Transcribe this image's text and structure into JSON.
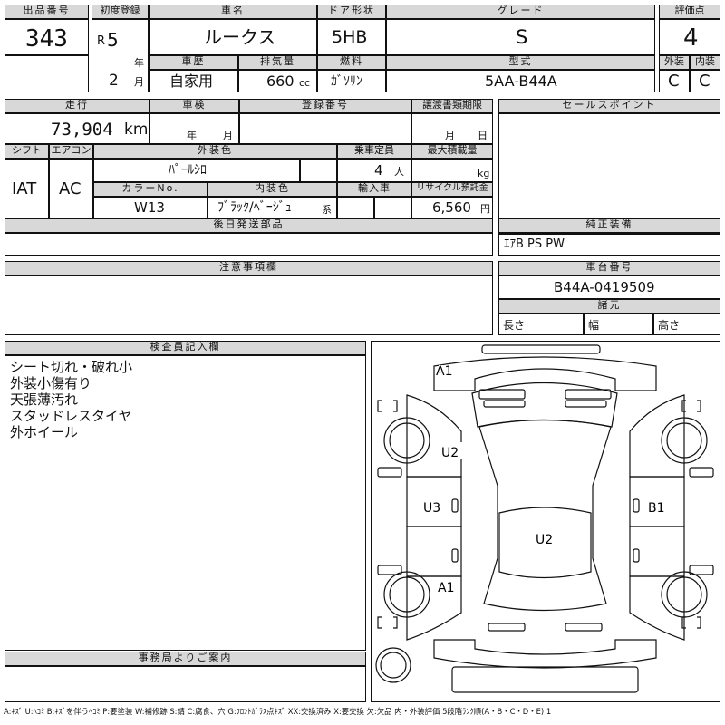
{
  "lot": {
    "label": "出品番号",
    "value": "343"
  },
  "reg": {
    "label": "初度登録",
    "era": "R",
    "year": "5",
    "year_unit": "年",
    "month": "2",
    "month_unit": "月"
  },
  "car_name": {
    "label": "車名",
    "value": "ルークス"
  },
  "door": {
    "label": "ドア形状",
    "value": "5HB"
  },
  "grade": {
    "label": "グレード",
    "value": "S"
  },
  "score": {
    "label": "評価点",
    "value": "4"
  },
  "history": {
    "label": "車歴",
    "value": "自家用"
  },
  "displacement": {
    "label": "排気量",
    "value": "660",
    "unit": "cc"
  },
  "fuel": {
    "label": "燃料",
    "value": "ｶﾞｿﾘﾝ"
  },
  "model": {
    "label": "型式",
    "value": "5AA-B44A"
  },
  "exterior_grade": {
    "label": "外装",
    "value": "C"
  },
  "interior_grade": {
    "label": "内装",
    "value": "C"
  },
  "mileage": {
    "label": "走行",
    "value": "73,904",
    "unit": "km"
  },
  "inspection": {
    "label": "車検",
    "year_unit": "年",
    "month_unit": "月"
  },
  "plate": {
    "label": "登録番号"
  },
  "transfer_doc": {
    "label": "譲渡書類期限",
    "month_unit": "月",
    "day_unit": "日"
  },
  "sales_point": {
    "label": "セールスポイント"
  },
  "shift": {
    "label": "シフト",
    "value": "IAT"
  },
  "aircon": {
    "label": "エアコン",
    "value": "AC"
  },
  "ext_color": {
    "label": "外装色",
    "value": "ﾊﾟｰﾙｼﾛ"
  },
  "capacity": {
    "label": "乗車定員",
    "value": "4",
    "unit": "人"
  },
  "max_load": {
    "label": "最大積載量",
    "unit": "kg"
  },
  "color_no": {
    "label": "カラーNo.",
    "value": "W13"
  },
  "int_color": {
    "label": "内装色",
    "value": "ﾌﾞﾗｯｸ/ﾍﾞｰｼﾞｭ",
    "suffix": "系"
  },
  "import_car": {
    "label": "輸入車"
  },
  "recycle": {
    "label": "リサイクル預託金",
    "value": "6,560",
    "unit": "円"
  },
  "later_parts": {
    "label": "後日発送部品"
  },
  "equipment": {
    "label": "純正装備",
    "value": "ｴｱB PS PW"
  },
  "notes_header": {
    "label": "注意事項欄"
  },
  "chassis": {
    "label": "車台番号",
    "value": "B44A-0419509"
  },
  "dims": {
    "label": "諸元",
    "length": "長さ",
    "width": "幅",
    "height": "高さ"
  },
  "inspector": {
    "label": "検査員記入欄",
    "lines": [
      "シート切れ・破れ小",
      "外装小傷有り",
      "天張薄汚れ",
      "スタッドレスタイヤ",
      "外ホイール"
    ]
  },
  "office": {
    "label": "事務局よりご案内"
  },
  "diagram_marks": {
    "a1_top": "A1",
    "u2_left": "U2",
    "u3_left": "U3",
    "u2_center": "U2",
    "b1_right": "B1",
    "a1_bottom": "A1"
  },
  "legend": "A:ｷｽﾞ U:ﾍｺﾐ B:ｷｽﾞを伴うﾍｺﾐ P:要塗装 W:補修跡 S:錆 C:腐食、穴 G:ﾌﾛﾝﾄｶﾞﾗｽ点ｷｽﾞ XX:交換済み X:要交換 欠:欠品 内・外装評価 5段階ﾗﾝｸ順(A・B・C・D・E) 1"
}
